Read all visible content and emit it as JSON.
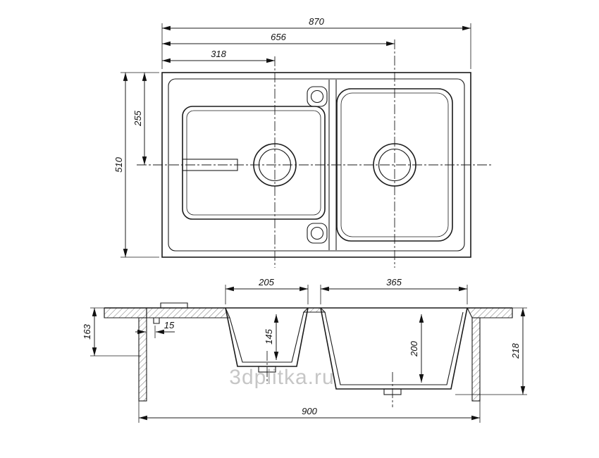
{
  "watermark": "3dplitka.ru",
  "plan": {
    "dim_width_total": "870",
    "dim_width_to_right_drain": "656",
    "dim_width_to_left_drain": "318",
    "dim_height_total": "510",
    "dim_height_to_center": "255"
  },
  "section": {
    "dim_small_bowl_width": "205",
    "dim_large_bowl_width": "365",
    "dim_edge_offset": "15",
    "dim_small_bowl_depth": "145",
    "dim_large_bowl_depth": "200",
    "dim_left_height": "163",
    "dim_right_height": "218",
    "dim_cabinet_width": "900"
  },
  "colors": {
    "line": "#1b1b1b",
    "watermark": "#8f8f8f",
    "background": "#ffffff"
  }
}
